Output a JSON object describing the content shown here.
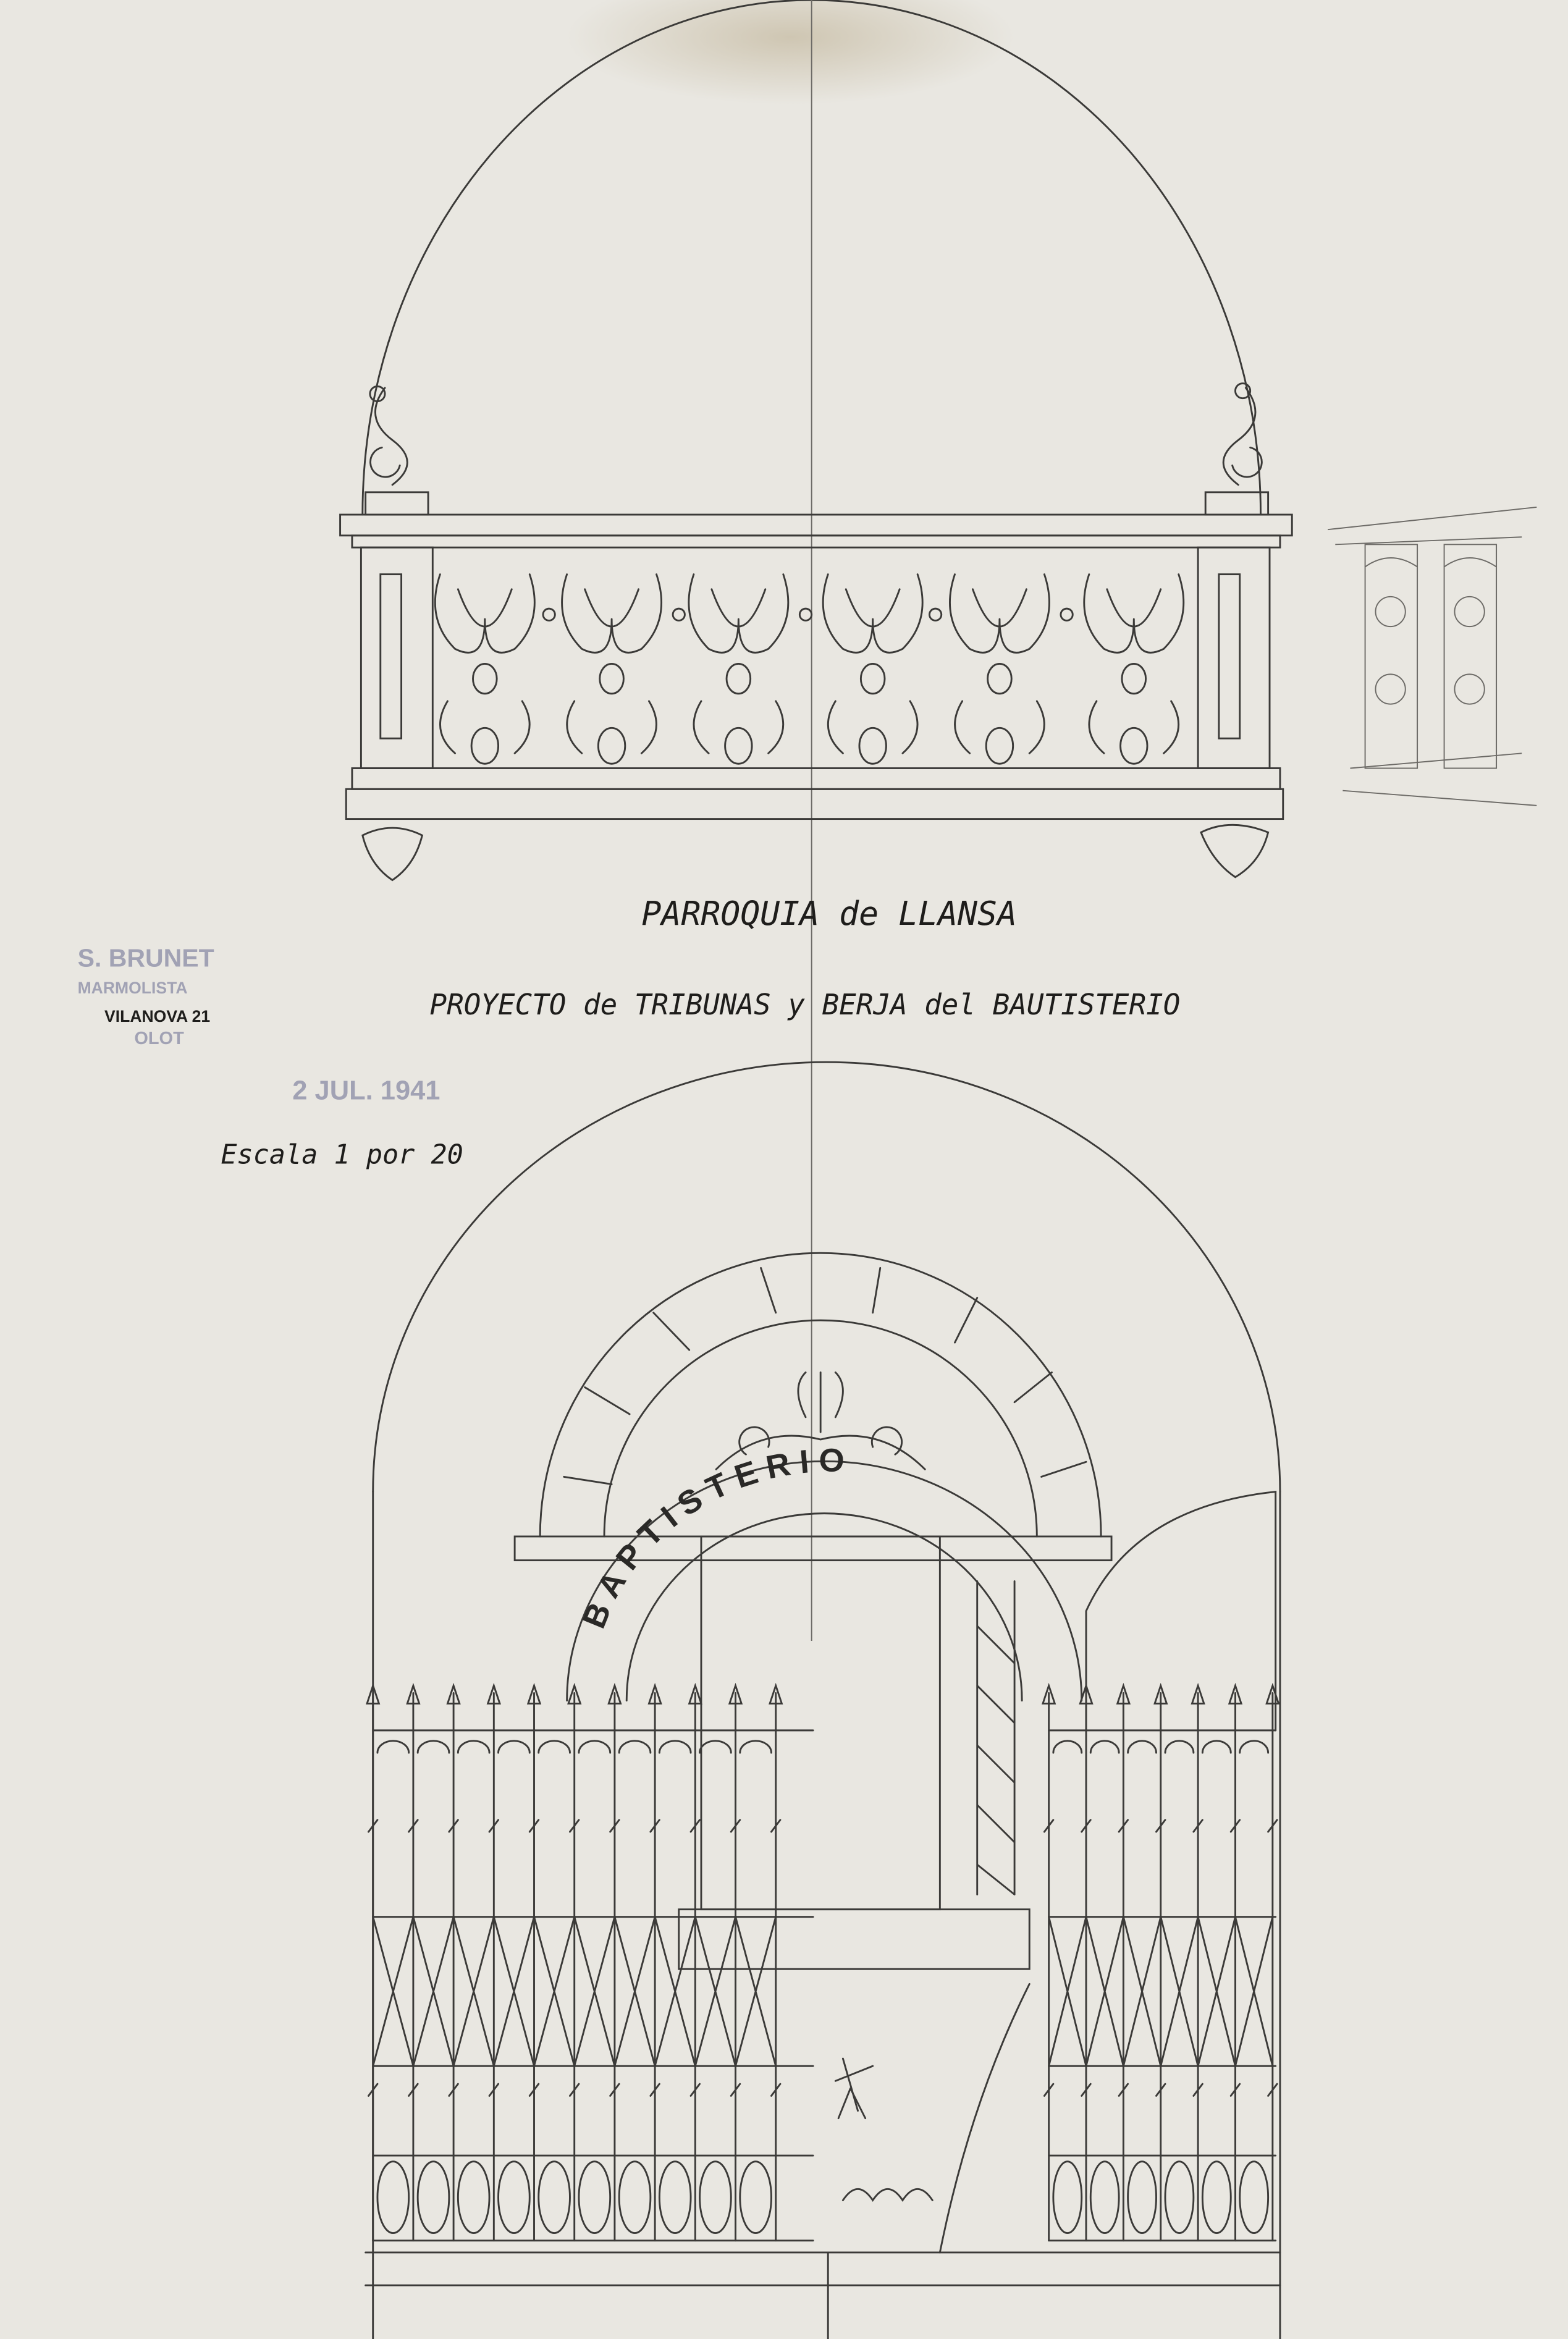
{
  "title": "PARROQUIA de LLANSA",
  "subtitle": "PROYECTO de TRIBUNAS y BERJA del BAUTISTERIO",
  "scale_note": "Escala 1 por 20",
  "stamp": {
    "name": "S. BRUNET",
    "trade": "MARMOLISTA",
    "address": "VILANOVA 21",
    "city": "OLOT"
  },
  "date_stamp": "2 JUL. 1941",
  "gate_inscription": "BAPTISTERIO",
  "colors": {
    "paper": "#e9e7e1",
    "pencil": "#3b3a38",
    "stamp": "#8a8ba6"
  }
}
